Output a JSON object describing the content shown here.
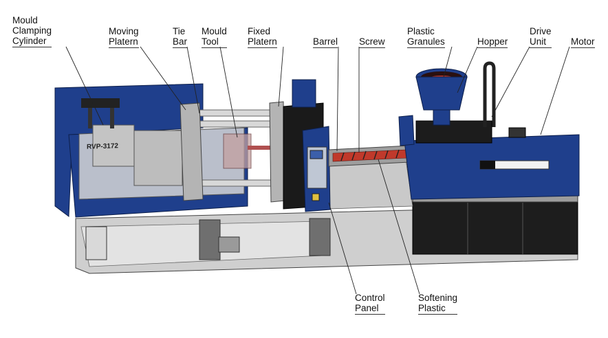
{
  "labels": {
    "mould_clamping_cylinder": "Mould\nClamping\nCylinder",
    "moving_platen": "Moving\nPlatern",
    "tie_bar": "Tie\nBar",
    "mould_tool": "Mould\nTool",
    "fixed_platen": "Fixed\nPlatern",
    "barrel": "Barrel",
    "screw": "Screw",
    "plastic_granules": "Plastic\nGranules",
    "hopper": "Hopper",
    "drive_unit": "Drive\nUnit",
    "motor": "Motor",
    "control_panel": "Control\nPanel",
    "softening_plastic": "Softening\nPlastic"
  },
  "machine": {
    "model_text": "RVP-3172"
  },
  "colors": {
    "body_blue": "#1f3f8c",
    "dark_blue": "#14295e",
    "grey": "#b9b9b9",
    "black": "#1d1d1d",
    "accent_red": "#c0392b"
  }
}
